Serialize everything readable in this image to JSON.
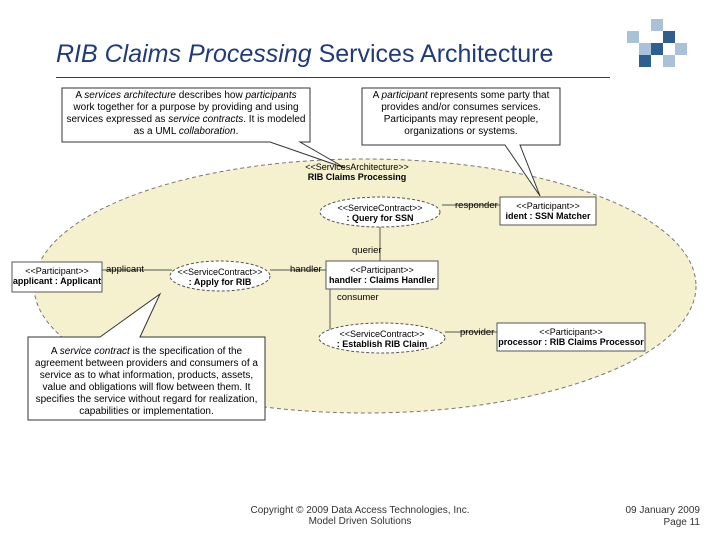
{
  "title": {
    "italic": "RIB Claims Processing",
    "rest": " Services Architecture"
  },
  "callouts": {
    "services_architecture": {
      "parts": [
        "A ",
        "services architecture",
        " describes how ",
        "participants",
        " work together for a purpose by providing and using services expressed as ",
        "service contracts",
        ". It is modeled as a UML ",
        "collaboration",
        "."
      ]
    },
    "participant": {
      "parts": [
        "A ",
        "participant",
        " represents some party that provides and/or consumes services. Participants may represent people, organizations or systems."
      ]
    },
    "service_contract": {
      "parts": [
        "A ",
        "service contract",
        " is the specification of the agreement between providers and consumers of a service as to what information, products, assets, value and obligations will flow between them. It specifies the service without regard for realization, capabilities or implementation."
      ]
    }
  },
  "architecture": {
    "stereotype": "<<ServicesArchitecture>>",
    "name": "RIB Claims Processing"
  },
  "contracts": {
    "query": {
      "stereotype": "<<ServiceContract>>",
      "name": ": Query for SSN"
    },
    "apply": {
      "stereotype": "<<ServiceContract>>",
      "name": ": Apply for RIB"
    },
    "establish": {
      "stereotype": "<<ServiceContract>>",
      "name": ": Establish RIB Claim"
    }
  },
  "participants": {
    "ident": {
      "stereotype": "<<Participant>>",
      "name": "ident : SSN Matcher"
    },
    "applicant": {
      "stereotype": "<<Participant>>",
      "name": "applicant : Applicant"
    },
    "handler": {
      "stereotype": "<<Participant>>",
      "name": "handler : Claims Handler"
    },
    "processor": {
      "stereotype": "<<Participant>>",
      "name": "processor : RIB Claims Processor"
    }
  },
  "roles": {
    "responder": "responder",
    "querier": "querier",
    "applicant": "applicant",
    "handler": "handler",
    "consumer": "consumer",
    "provider": "provider"
  },
  "footer": {
    "copyright": "Copyright © 2009 Data Access Technologies, Inc.",
    "sub": "Model Driven Solutions",
    "date": "09 January 2009",
    "page": "Page 11"
  },
  "colors": {
    "title": "#1f3b7a",
    "ellipse_fill": "#f5f1cf",
    "logo_light": "#a9c2d9",
    "logo_dark": "#2f5f8f"
  }
}
